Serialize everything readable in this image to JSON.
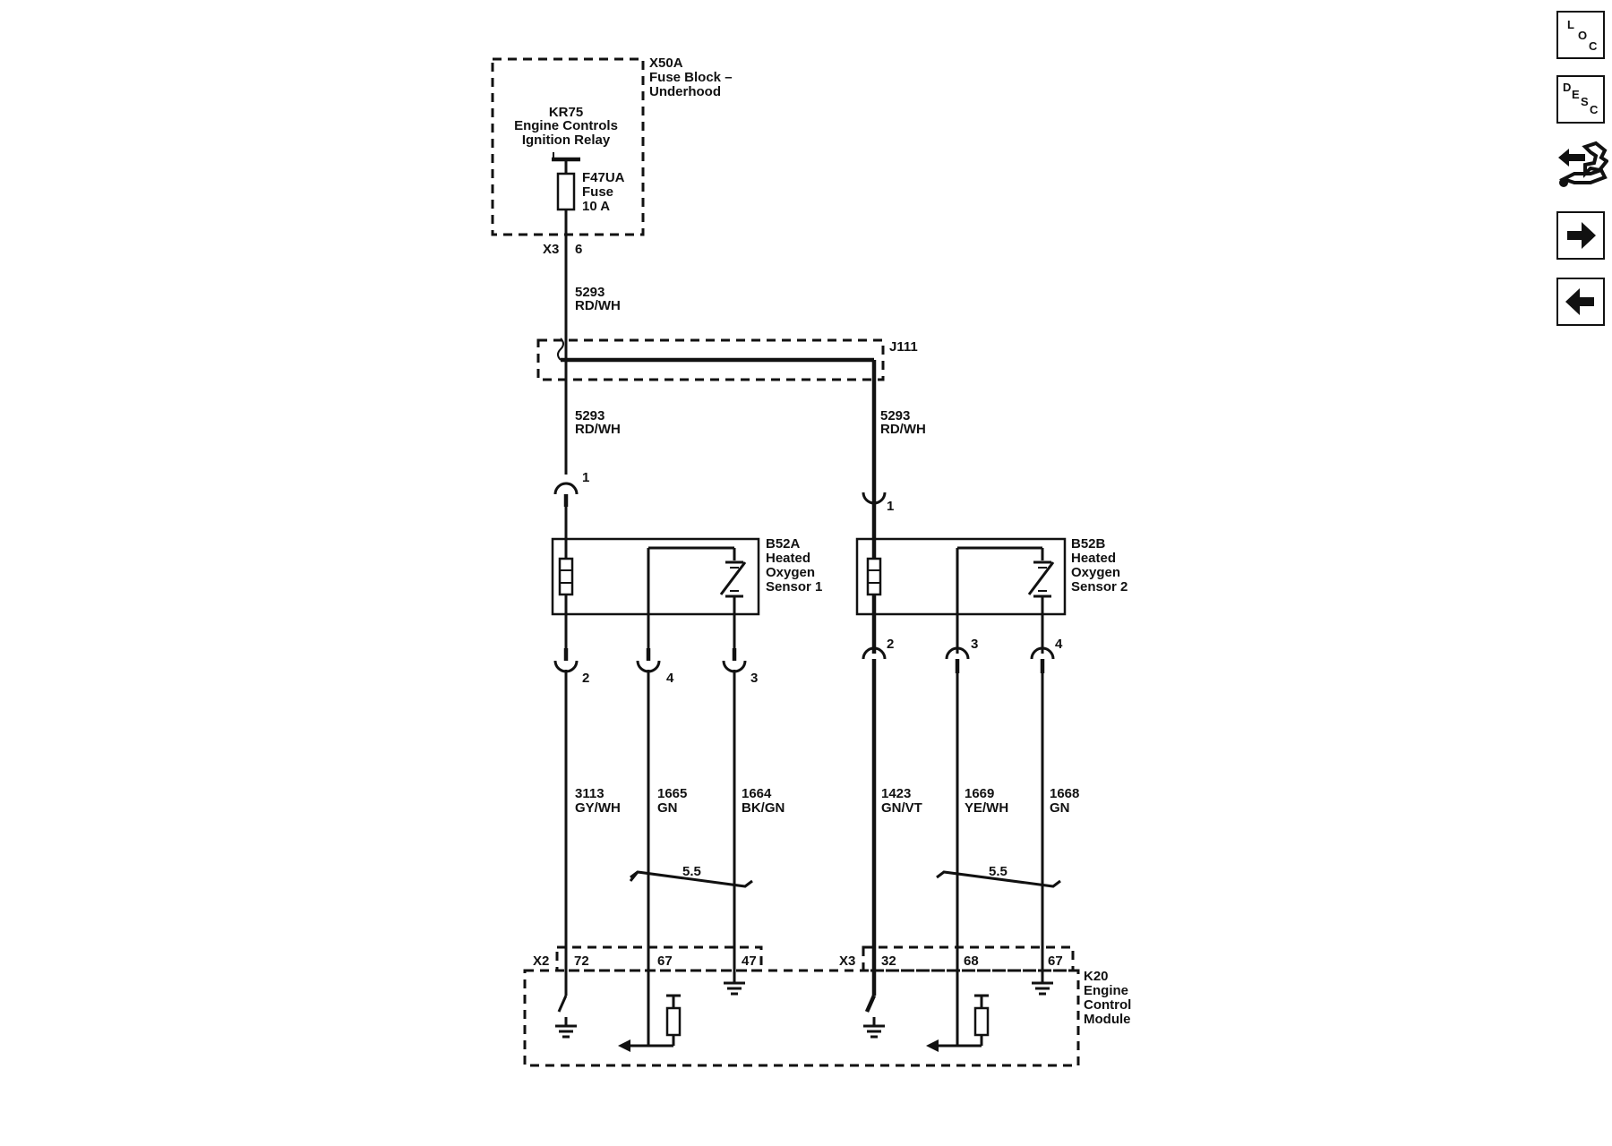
{
  "fuse_block": {
    "id": "X50A",
    "line1": "Fuse Block –",
    "line2": "Underhood"
  },
  "relay": {
    "id": "KR75",
    "line1": "Engine Controls",
    "line2": "Ignition Relay"
  },
  "fuse": {
    "id": "F47UA",
    "line1": "Fuse",
    "line2": "10 A"
  },
  "fuse_block_connector": {
    "conn": "X3",
    "pin": "6"
  },
  "splice": {
    "id": "J111"
  },
  "circuits": {
    "feed_top": {
      "num": "5293",
      "color": "RD/WH"
    },
    "feed_left": {
      "num": "5293",
      "color": "RD/WH"
    },
    "feed_right": {
      "num": "5293",
      "color": "RD/WH"
    },
    "s1_a": {
      "num": "3113",
      "color": "GY/WH"
    },
    "s1_b": {
      "num": "1665",
      "color": "GN"
    },
    "s1_c": {
      "num": "1664",
      "color": "BK/GN"
    },
    "s2_a": {
      "num": "1423",
      "color": "GN/VT"
    },
    "s2_b": {
      "num": "1669",
      "color": "YE/WH"
    },
    "s2_c": {
      "num": "1668",
      "color": "GN"
    }
  },
  "sensor1": {
    "id": "B52A",
    "line1": "Heated",
    "line2": "Oxygen",
    "line3": "Sensor 1",
    "pin_top": "1",
    "pins_bottom": [
      "2",
      "4",
      "3"
    ]
  },
  "sensor2": {
    "id": "B52B",
    "line1": "Heated",
    "line2": "Oxygen",
    "line3": "Sensor 2",
    "pin_top": "1",
    "pins_bottom": [
      "2",
      "3",
      "4"
    ]
  },
  "twist_labels": [
    "5.5",
    "5.5"
  ],
  "ecm": {
    "id": "K20",
    "line1": "Engine",
    "line2": "Control",
    "line3": "Module",
    "conn_left": "X2",
    "pins_left": [
      "72",
      "67",
      "47"
    ],
    "conn_right": "X3",
    "pins_right": [
      "32",
      "68",
      "67"
    ]
  },
  "nav": {
    "loc": {
      "l1": "L",
      "l2": "O",
      "l3": "C"
    },
    "desc": {
      "l1": "D",
      "l2": "E",
      "l3": "S",
      "l4": "C"
    },
    "items": [
      "locator-view",
      "description-view",
      "connector-view",
      "next-page",
      "previous-page"
    ]
  }
}
